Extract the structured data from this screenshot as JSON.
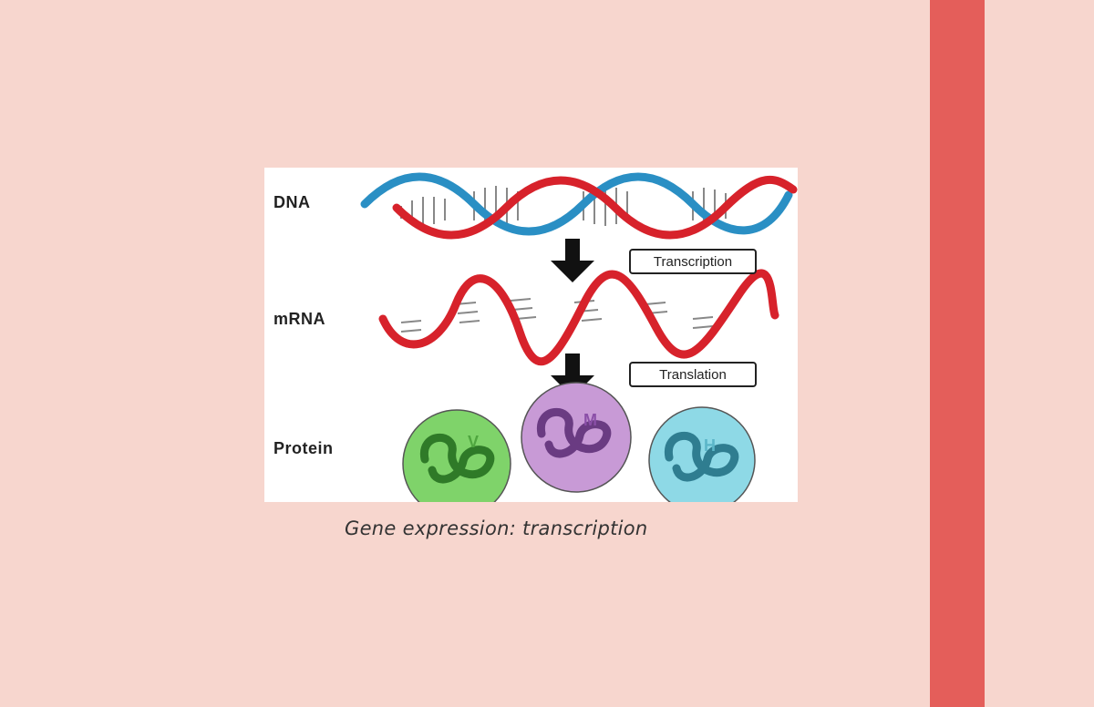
{
  "colors": {
    "background": "#f7d6ce",
    "accent_bar": "#e45e5a",
    "dna_strand_a": "#d7222b",
    "dna_strand_b": "#2a8fc4",
    "protein_v": "#7fd36a",
    "protein_m": "#c89ad6",
    "protein_h": "#8ed9e6"
  },
  "diagram": {
    "labels": {
      "dna": "DNA",
      "mrna": "mRNA",
      "protein": "Protein"
    },
    "steps": {
      "transcription": "Transcription",
      "translation": "Translation"
    },
    "proteins": [
      {
        "letter": "V",
        "color": "#7fd36a"
      },
      {
        "letter": "M",
        "color": "#c89ad6"
      },
      {
        "letter": "H",
        "color": "#8ed9e6"
      }
    ],
    "icons": [
      "down-arrow-icon",
      "protein-icon"
    ]
  },
  "caption": "Gene expression: transcription"
}
